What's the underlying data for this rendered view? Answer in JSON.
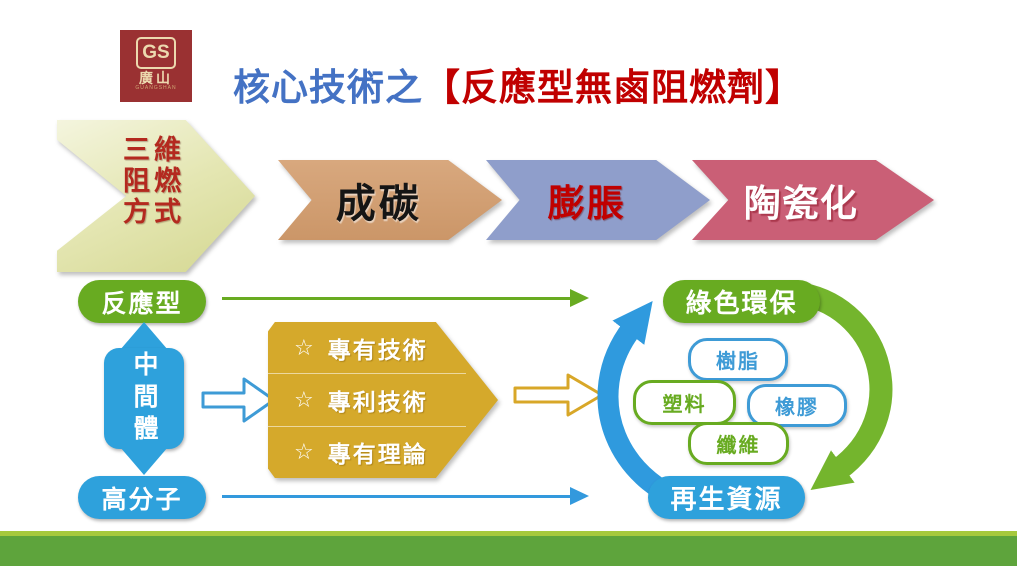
{
  "brand": {
    "monogram": "GS",
    "name_zh": "廣山",
    "name_en": "GUANGSHAN"
  },
  "title": {
    "prefix": "核心技術之",
    "highlight": "【反應型無鹵阻燃劑】"
  },
  "flame_mode": {
    "line1": "三維",
    "line2": "阻燃",
    "line3": "方式"
  },
  "process_steps": [
    {
      "label": "成碳"
    },
    {
      "label": "膨脹"
    },
    {
      "label": "陶瓷化"
    }
  ],
  "left_flow": {
    "reactive": "反應型",
    "intermediate": "中間體",
    "polymer": "高分子"
  },
  "tech": {
    "star_glyph": "☆",
    "items": [
      {
        "label": "專有技術"
      },
      {
        "label": "專利技術"
      },
      {
        "label": "專有理論"
      }
    ]
  },
  "cycle": {
    "green_label": "綠色環保",
    "recycle_label": "再生資源",
    "materials": [
      {
        "label": "樹脂"
      },
      {
        "label": "塑料"
      },
      {
        "label": "橡膠"
      },
      {
        "label": "纖維"
      }
    ]
  },
  "colors": {
    "title_blue": "#4472c4",
    "title_red": "#c00000",
    "logo_maroon": "#9a3132",
    "pale_chevron": "#e4e6b2",
    "char_arrow_tan": "#cf9d72",
    "swell_arrow_periwinkle": "#8f9ecb",
    "ceramic_arrow_rose": "#ca5f76",
    "green": "#68ab21",
    "blue": "#2ea1dc",
    "gold": "#d5a92b",
    "cycle_blue": "#2f9ade",
    "cycle_green": "#74b52d",
    "footer_light_green": "#a6c93d",
    "footer_dark_green": "#5ea43c"
  }
}
